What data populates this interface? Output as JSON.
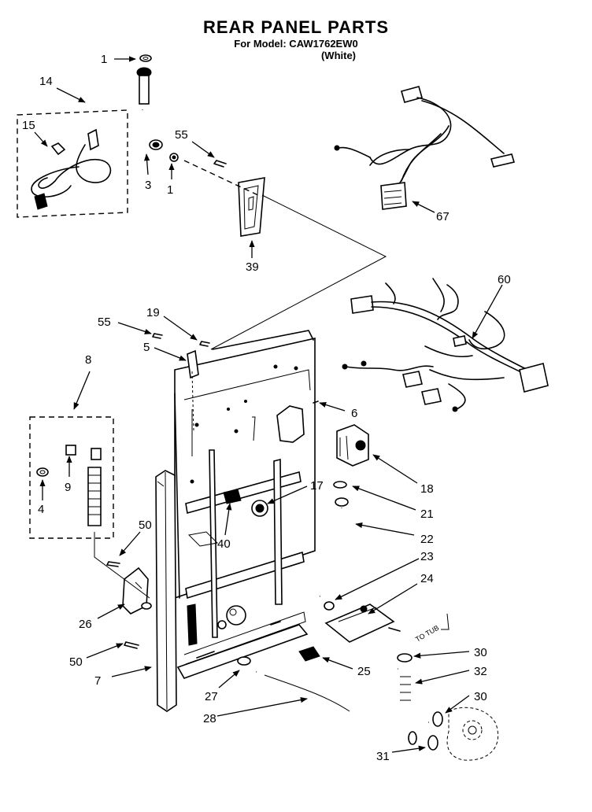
{
  "header": {
    "title": "REAR PANEL PARTS",
    "model_line": "For Model: CAW1762EW0",
    "color_line": "(White)"
  },
  "callouts": [
    {
      "id": "c1a",
      "label": "1"
    },
    {
      "id": "c14",
      "label": "14"
    },
    {
      "id": "c15",
      "label": "15"
    },
    {
      "id": "c3",
      "label": "3"
    },
    {
      "id": "c1b",
      "label": "1"
    },
    {
      "id": "c55a",
      "label": "55"
    },
    {
      "id": "c39",
      "label": "39"
    },
    {
      "id": "c67",
      "label": "67"
    },
    {
      "id": "c60",
      "label": "60"
    },
    {
      "id": "c55b",
      "label": "55"
    },
    {
      "id": "c19",
      "label": "19"
    },
    {
      "id": "c5",
      "label": "5"
    },
    {
      "id": "c8",
      "label": "8"
    },
    {
      "id": "c6",
      "label": "6"
    },
    {
      "id": "c9",
      "label": "9"
    },
    {
      "id": "c4",
      "label": "4"
    },
    {
      "id": "c18",
      "label": "18"
    },
    {
      "id": "c17",
      "label": "17"
    },
    {
      "id": "c21",
      "label": "21"
    },
    {
      "id": "c50a",
      "label": "50"
    },
    {
      "id": "c22",
      "label": "22"
    },
    {
      "id": "c40",
      "label": "40"
    },
    {
      "id": "c23",
      "label": "23"
    },
    {
      "id": "c24",
      "label": "24"
    },
    {
      "id": "c26",
      "label": "26"
    },
    {
      "id": "c30a",
      "label": "30"
    },
    {
      "id": "c50b",
      "label": "50"
    },
    {
      "id": "c25",
      "label": "25"
    },
    {
      "id": "c32",
      "label": "32"
    },
    {
      "id": "c7",
      "label": "7"
    },
    {
      "id": "c27",
      "label": "27"
    },
    {
      "id": "c30b",
      "label": "30"
    },
    {
      "id": "c28",
      "label": "28"
    },
    {
      "id": "c31",
      "label": "31"
    }
  ],
  "annotations": {
    "to_tub": "TO TUB"
  }
}
